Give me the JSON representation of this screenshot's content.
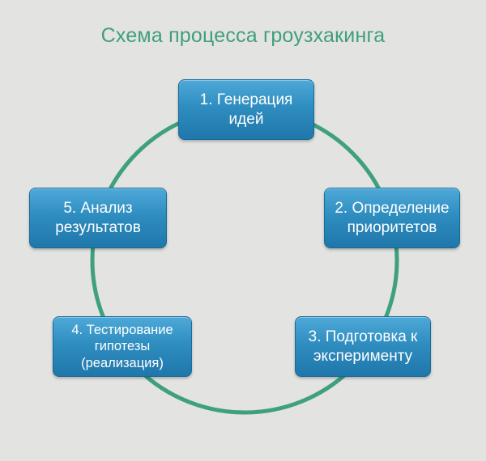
{
  "title": "Схема процесса гроузхакинга",
  "colors": {
    "background": "#e3e3e1",
    "title": "#3f9f7d",
    "cycle_ring": "#3fa080",
    "box_fill": "#2f8dc0",
    "box_text": "#ffffff"
  },
  "steps": [
    {
      "lines": [
        "1. Генерация",
        "идей"
      ]
    },
    {
      "lines": [
        "2. Определение",
        "приоритетов"
      ]
    },
    {
      "lines": [
        "3. Подготовка к",
        "эксперименту"
      ]
    },
    {
      "lines": [
        "4. Тестирование",
        "гипотезы",
        "(реализация)"
      ]
    },
    {
      "lines": [
        "5. Анализ",
        "результатов"
      ]
    }
  ]
}
